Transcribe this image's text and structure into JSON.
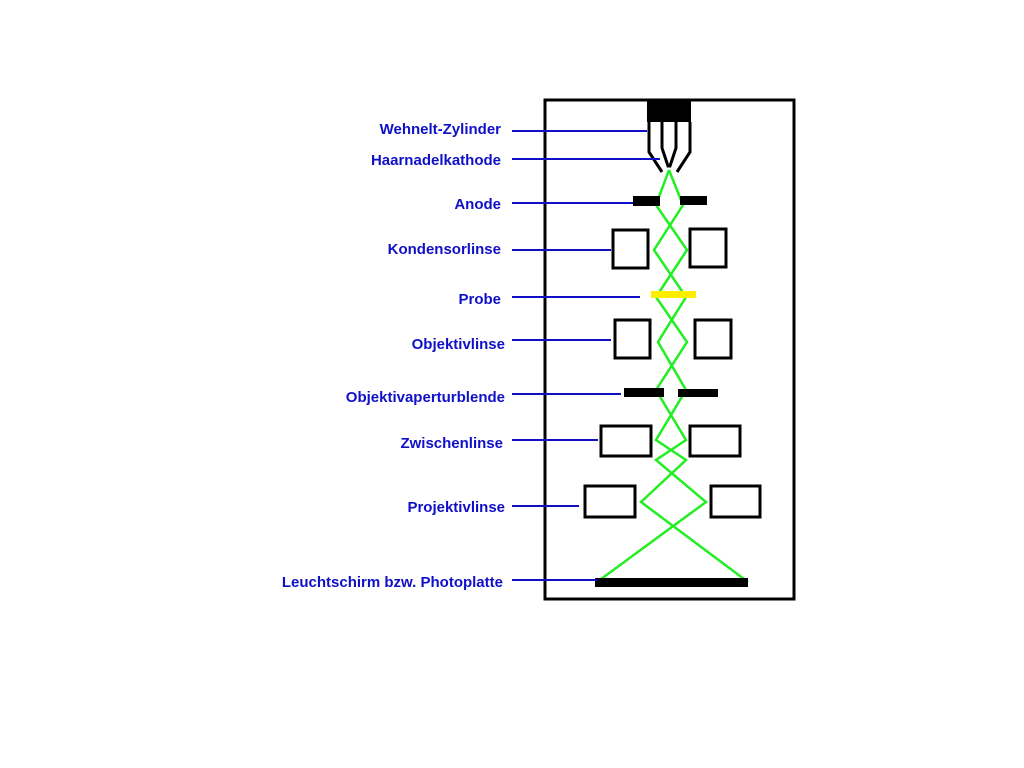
{
  "colors": {
    "label": "#1010c8",
    "leader": "#1010c8",
    "beam": "#22ee22",
    "specimen": "#ffee00",
    "frame": "#000000"
  },
  "labels": {
    "wehnelt": "Wehnelt-Zylinder",
    "cathode": "Haarnadelkathode",
    "anode": "Anode",
    "condenser": "Kondensorlinse",
    "specimen": "Probe",
    "objective": "Objektivlinse",
    "aperture": "Objektivaperturblende",
    "intermediate": "Zwischenlinse",
    "projector": "Projektivlinse",
    "screen": "Leuchtschirm bzw. Photoplatte"
  }
}
